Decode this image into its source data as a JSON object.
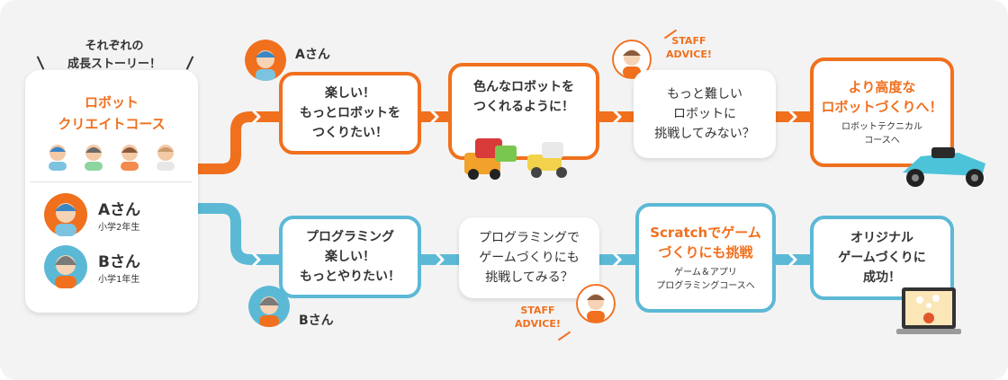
{
  "left_panel": {
    "story_heading": "それぞれの\n成長ストーリー！",
    "course_title": "ロボット\nクリエイトコース",
    "student_a": {
      "name": "Aさん",
      "grade": "小学2年生"
    },
    "student_b": {
      "name": "Bさん",
      "grade": "小学1年生"
    }
  },
  "a_path": {
    "label": "Aさん",
    "step1": "楽しい！\nもっとロボットを\nつくりたい！",
    "step2": "色んなロボットを\nつくれるように！",
    "step3": "もっと難しい\nロボットに\n挑戦してみない？",
    "step4_title": "より高度な\nロボットづくりへ！",
    "step4_sub": "ロボットテクニカル\nコースへ",
    "advice": "STAFF\nADVICE!"
  },
  "b_path": {
    "label": "Bさん",
    "step1": "プログラミング\n楽しい！\nもっとやりたい！",
    "step2": "プログラミングで\nゲームづくりにも\n挑戦してみる？",
    "step3_title": "Scratchでゲーム\nづくりにも挑戦",
    "step3_sub": "ゲーム＆アプリ\nプログラミングコースへ",
    "step4": "オリジナル\nゲームづくりに\n成功！",
    "advice": "STAFF\nADVICE!"
  },
  "colors": {
    "orange": "#f0701e",
    "blue": "#5cb9d6",
    "bg": "#f3f3f3"
  }
}
